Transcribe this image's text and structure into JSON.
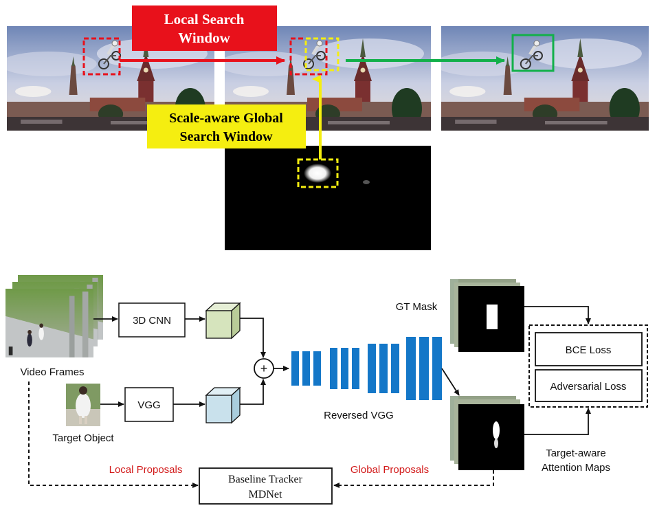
{
  "top": {
    "local_window_label": [
      "Local Search",
      "Window"
    ],
    "global_window_label": [
      "Scale-aware Global",
      "Search Window"
    ]
  },
  "pipeline": {
    "video_frames": "Video Frames",
    "target_object": "Target Object",
    "cnn3d": "3D CNN",
    "vgg": "VGG",
    "plus": "+",
    "reversed_vgg": "Reversed VGG",
    "gt_mask": "GT Mask",
    "bce_loss": "BCE Loss",
    "adv_loss": "Adversarial Loss",
    "attention_maps": [
      "Target-aware",
      "Attention Maps"
    ],
    "local_proposals": "Local Proposals",
    "global_proposals": "Global Proposals",
    "baseline_tracker": [
      "Baseline Tracker",
      "MDNet"
    ]
  },
  "colors": {
    "red": "#e8111b",
    "yellow": "#f5ee10",
    "green": "#12b04a",
    "blue": "#1477c8",
    "cube_green": "#d6e4bd",
    "cube_blue": "#c9e1ec",
    "proposal_red": "#d21a1a"
  }
}
